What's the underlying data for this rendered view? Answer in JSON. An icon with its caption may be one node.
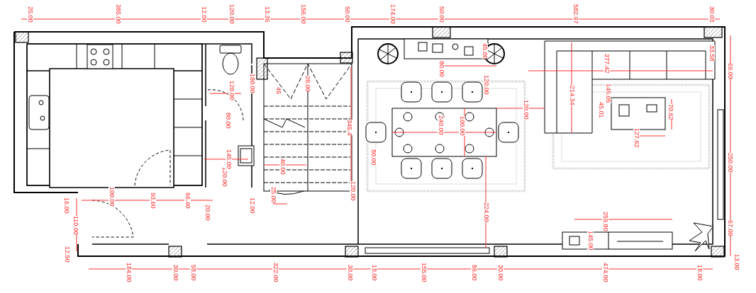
{
  "diagram": {
    "labels": [
      "25.00",
      "385.00",
      "12.00",
      "120.00",
      "13.36",
      "156.00",
      "50.00",
      "174.00",
      "50.00",
      "582.97",
      "30.03",
      "45.00",
      "33.58",
      "80.00",
      "377.42",
      "69.00",
      "120.00",
      "180.00",
      "45",
      "28.00",
      "120.00",
      "214.34",
      "145.05",
      "80.00",
      "345.4",
      "240.00",
      "100.00",
      "120.00",
      "45.01",
      "70.62",
      "120.00",
      "145.00",
      "40.00",
      "80.00",
      "127.62",
      "250.00",
      "16.00",
      "100.00",
      "93.60",
      "66.40",
      "20.00",
      "12.00",
      "25.00",
      "120.00",
      "224.00",
      "110.00",
      "145.00",
      "259.80",
      "67.00",
      "12.50",
      "13.00",
      "184.00",
      "30.00",
      "58.00",
      "322.00",
      "30.00",
      "18.00",
      "155.00",
      "86.00",
      "30.00",
      "474.00",
      "18.00"
    ]
  }
}
